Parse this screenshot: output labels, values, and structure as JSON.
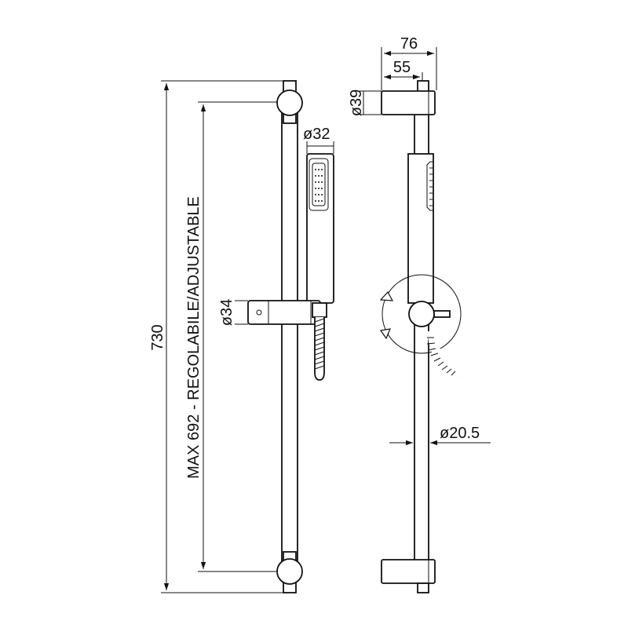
{
  "colors": {
    "line": "#111111",
    "background": "#ffffff"
  },
  "dimensions": {
    "total_height": "730",
    "adjustable_length": "MAX 692 - REGOLABILE/ADJUSTABLE",
    "handshower_diameter": "ø32",
    "slider_diameter": "ø34",
    "bracket_depth_total": "76",
    "bracket_depth_inner": "55",
    "bracket_diameter": "ø39",
    "rail_diameter": "ø20.5"
  }
}
